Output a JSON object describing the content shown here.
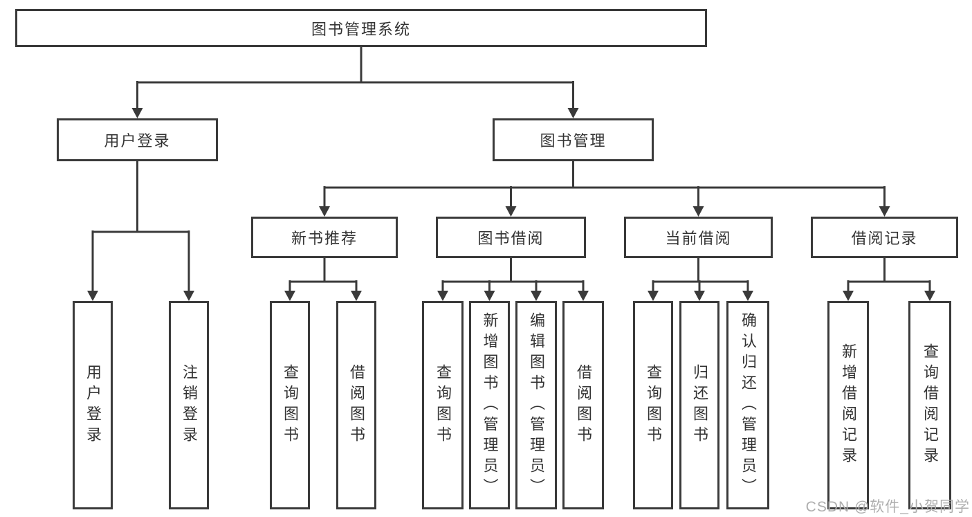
{
  "diagram": {
    "root": {
      "label": "图书管理系统"
    },
    "user_login_branch": {
      "label": "用户登录",
      "children": [
        {
          "label": "用户登录"
        },
        {
          "label": "注销登录"
        }
      ]
    },
    "book_mgmt_branch": {
      "label": "图书管理",
      "children": [
        {
          "label": "新书推荐",
          "children": [
            {
              "label": "查询图书"
            },
            {
              "label": "借阅图书"
            }
          ]
        },
        {
          "label": "图书借阅",
          "children": [
            {
              "label": "查询图书"
            },
            {
              "label": "新增图书（管理员）"
            },
            {
              "label": "编辑图书（管理员）"
            },
            {
              "label": "借阅图书"
            }
          ]
        },
        {
          "label": "当前借阅",
          "children": [
            {
              "label": "查询图书"
            },
            {
              "label": "归还图书"
            },
            {
              "label": "确认归还（管理员）"
            }
          ]
        },
        {
          "label": "借阅记录",
          "children": [
            {
              "label": "新增借阅记录"
            },
            {
              "label": "查询借阅记录"
            }
          ]
        }
      ]
    },
    "colors": {
      "line": "#3a3a3a",
      "text": "#333333",
      "background": "#ffffff",
      "watermark": "#aeaeae"
    }
  },
  "watermark": {
    "text": "CSDN @软件_小贺同学"
  }
}
